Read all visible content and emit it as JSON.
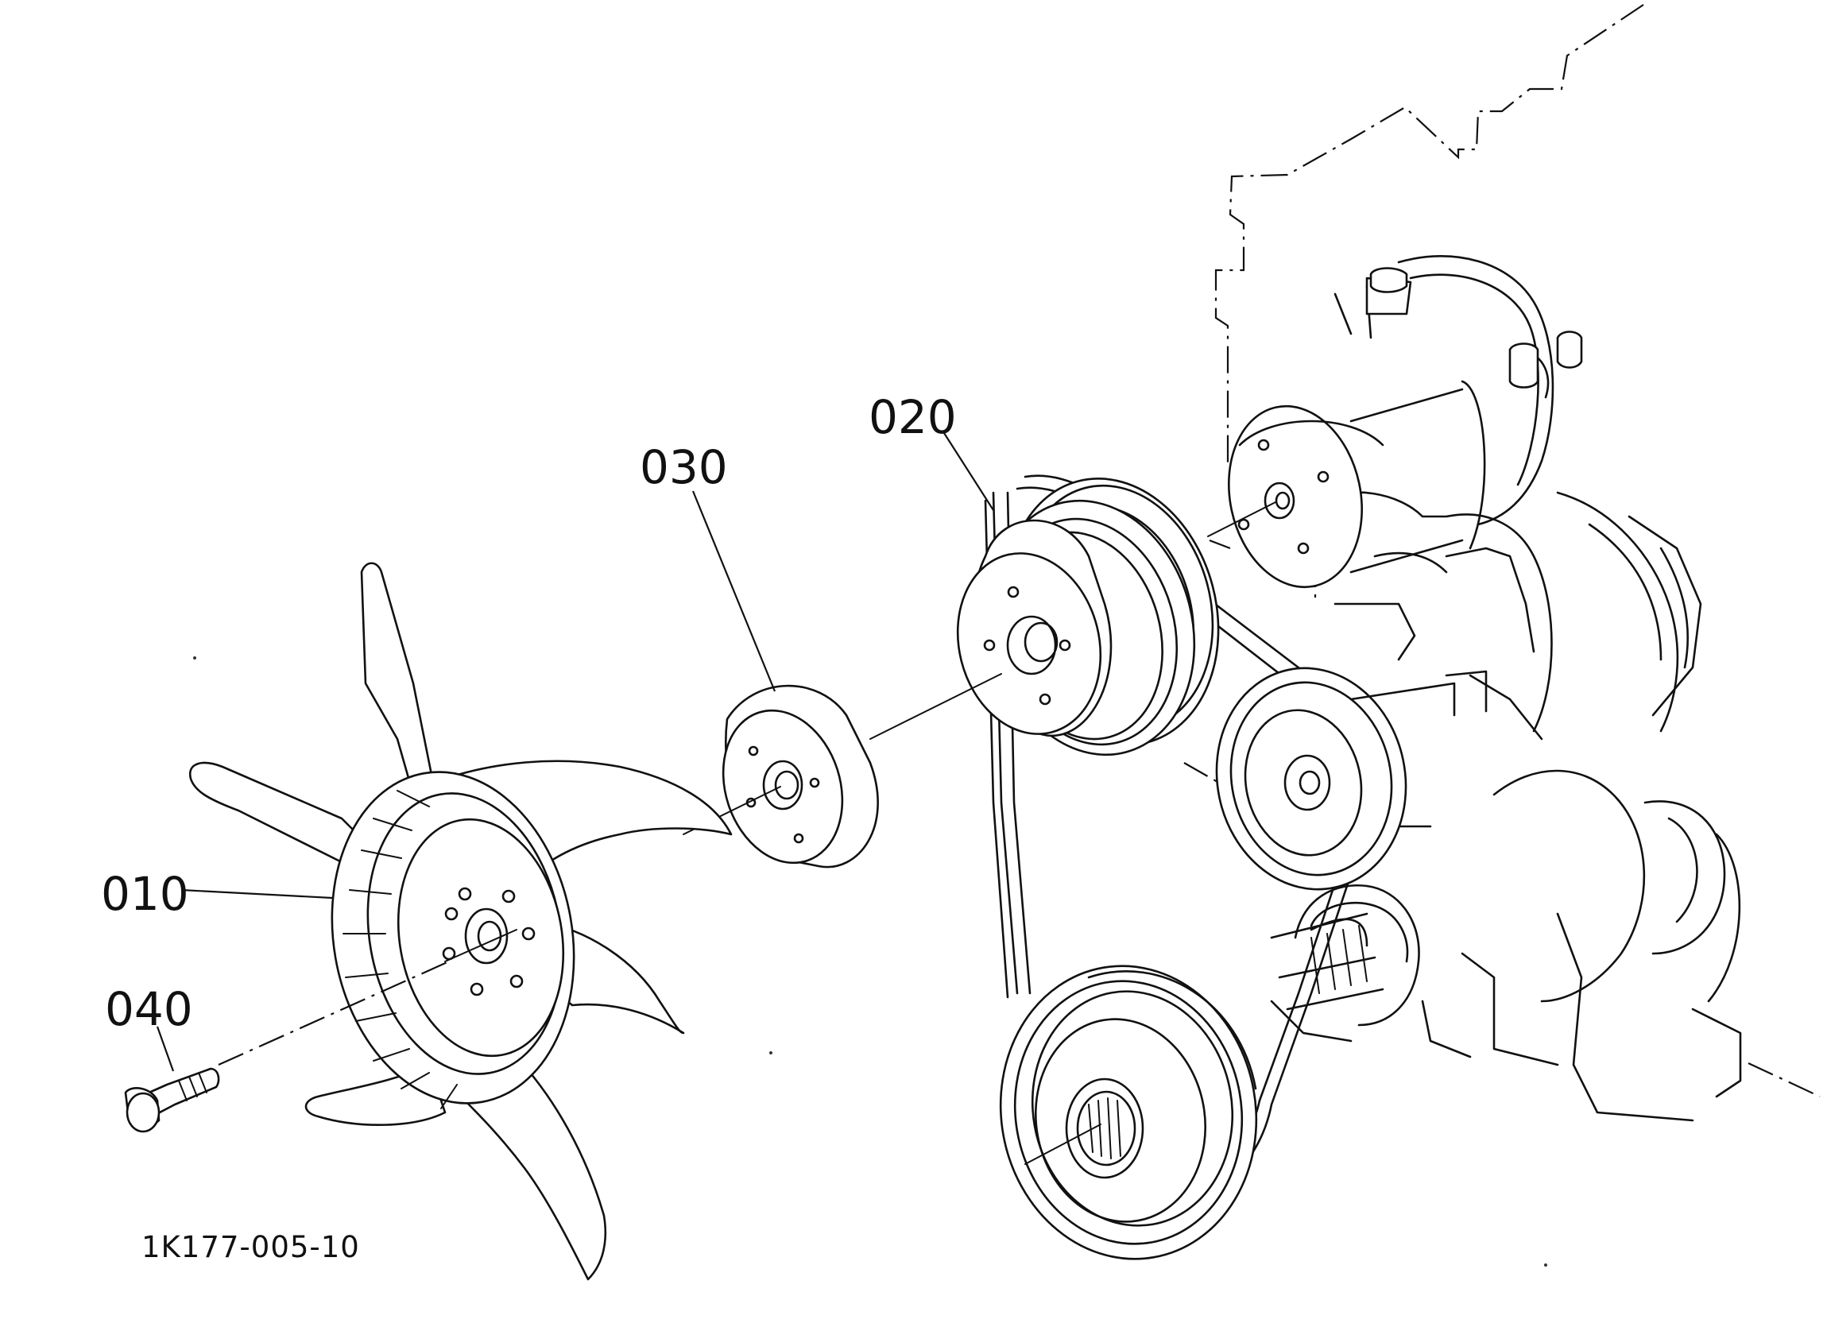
{
  "callouts": {
    "fan": "010",
    "pulley": "020",
    "spacer": "030",
    "bolt": "040"
  },
  "drawing_code": "1K177-005-10"
}
